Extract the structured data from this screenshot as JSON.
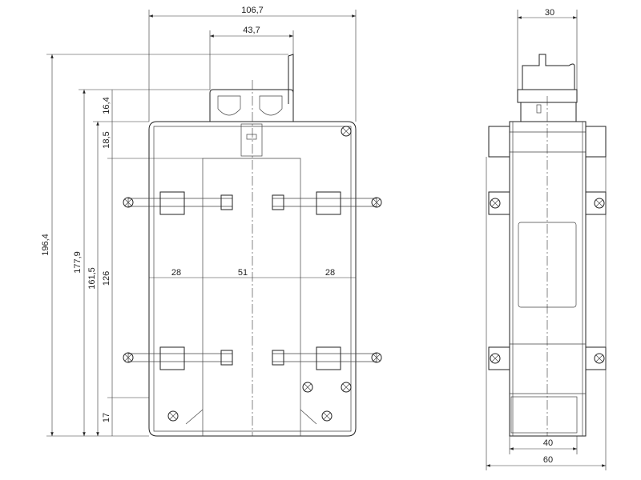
{
  "dimensions": {
    "overall_width": "106,7",
    "terminal_width": "43,7",
    "overall_height": "196,4",
    "height_to_terminal": "177,9",
    "body_height": "161,5",
    "window_height": "126",
    "terminal_height": "16,4",
    "top_margin": "18,5",
    "bottom_margin": "17",
    "left_margin": "28",
    "window_width": "51",
    "right_margin": "28",
    "side_top_width": "30",
    "side_inner_width": "40",
    "side_overall_width": "60"
  }
}
